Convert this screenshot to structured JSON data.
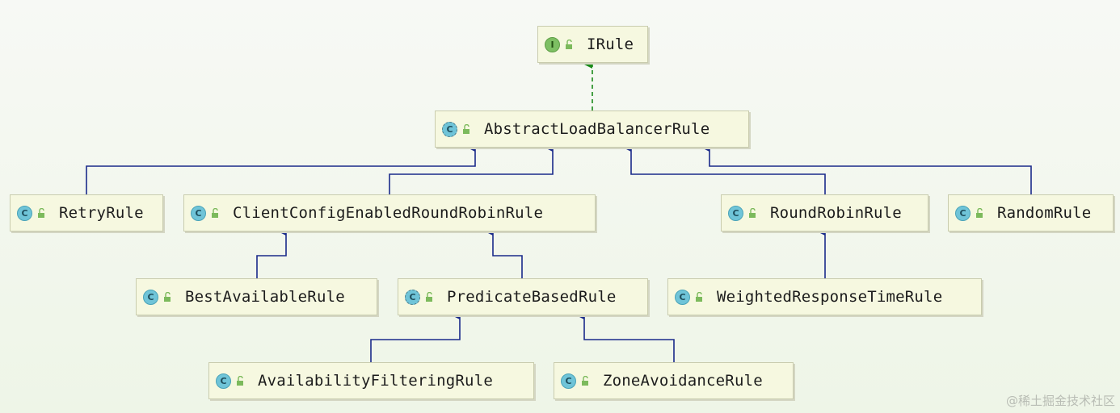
{
  "nodes": [
    {
      "id": "irule",
      "label": "IRule",
      "kind": "interface",
      "badge": "I"
    },
    {
      "id": "abstract",
      "label": "AbstractLoadBalancerRule",
      "kind": "abstract-class",
      "badge": "C"
    },
    {
      "id": "retry",
      "label": "RetryRule",
      "kind": "class",
      "badge": "C"
    },
    {
      "id": "clientcfg",
      "label": "ClientConfigEnabledRoundRobinRule",
      "kind": "class",
      "badge": "C"
    },
    {
      "id": "roundrobin",
      "label": "RoundRobinRule",
      "kind": "class",
      "badge": "C"
    },
    {
      "id": "random",
      "label": "RandomRule",
      "kind": "class",
      "badge": "C"
    },
    {
      "id": "bestavail",
      "label": "BestAvailableRule",
      "kind": "class",
      "badge": "C"
    },
    {
      "id": "predicate",
      "label": "PredicateBasedRule",
      "kind": "abstract-class",
      "badge": "C"
    },
    {
      "id": "weighted",
      "label": "WeightedResponseTimeRule",
      "kind": "class",
      "badge": "C"
    },
    {
      "id": "availfilter",
      "label": "AvailabilityFilteringRule",
      "kind": "class",
      "badge": "C"
    },
    {
      "id": "zoneavoid",
      "label": "ZoneAvoidanceRule",
      "kind": "class",
      "badge": "C"
    }
  ],
  "edges": [
    {
      "from": "abstract",
      "to": "irule",
      "type": "implements",
      "color": "#1a8a1a"
    },
    {
      "from": "retry",
      "to": "abstract",
      "type": "extends",
      "color": "#1a2a8a"
    },
    {
      "from": "clientcfg",
      "to": "abstract",
      "type": "extends",
      "color": "#1a2a8a"
    },
    {
      "from": "roundrobin",
      "to": "abstract",
      "type": "extends",
      "color": "#1a2a8a"
    },
    {
      "from": "random",
      "to": "abstract",
      "type": "extends",
      "color": "#1a2a8a"
    },
    {
      "from": "bestavail",
      "to": "clientcfg",
      "type": "extends",
      "color": "#1a2a8a"
    },
    {
      "from": "predicate",
      "to": "clientcfg",
      "type": "extends",
      "color": "#1a2a8a"
    },
    {
      "from": "weighted",
      "to": "roundrobin",
      "type": "extends",
      "color": "#1a2a8a"
    },
    {
      "from": "availfilter",
      "to": "predicate",
      "type": "extends",
      "color": "#1a2a8a"
    },
    {
      "from": "zoneavoid",
      "to": "predicate",
      "type": "extends",
      "color": "#1a2a8a"
    }
  ],
  "icons": {
    "visibility": "open-lock-icon"
  },
  "watermark": "@稀土掘金技术社区"
}
